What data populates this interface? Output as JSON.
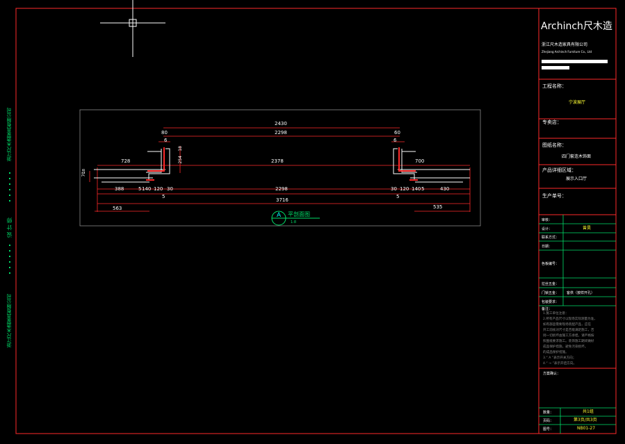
{
  "title_block": {
    "brand": "Archinch尺木造",
    "company_cn": "浙江尺木造家具有限公司",
    "company_en": "Zhejiang Archinch Furniture Co., Ltd",
    "project_label": "工程名称：",
    "project_value": "宁波展厅",
    "area_label": "专卖店：",
    "drawing_name_label": "图纸名称：",
    "drawing_name_value": "四门套连木饰面",
    "product_area_label": "产品详细区域：",
    "product_area_value": "展示入口厅",
    "product_no_label": "生产单号：",
    "rows": [
      {
        "label": "审核：",
        "value": ""
      },
      {
        "label": "设计：",
        "value": "曾昊"
      },
      {
        "label": "联系方式：",
        "value": ""
      },
      {
        "label": "日期：",
        "value": ""
      },
      {
        "label": "色板编号：",
        "value": ""
      }
    ],
    "hardware_label": "拉丝五金：",
    "door_hardware_label": "门锁五金：",
    "door_hardware_value": "客供（按样开孔）",
    "finish_label": "包装要求：",
    "notes_label": "备注：",
    "notes": [
      "1.施工单位注意：",
      "2.所有产品尺寸以现场实际测量为准，",
      "  如有部品需要现场装配产品，应在",
      "  开工前核对尺寸是否能满足施工，否",
      "  则一切损坏由施工方承担，请严格按",
      "  照图纸要求施工。装饰施工期间做好",
      "  成品保护措施，避免污染损坏。",
      "  的成品保护措施。",
      "3.“ A ”表示开关方向；",
      "4.“ → ”表示开启方向。"
    ],
    "confirm_label": "方案确认：",
    "qty_label": "数量：",
    "qty_value": "共1组",
    "page_label": "页码：",
    "page_value": "第3页/共3页",
    "drawing_no_label": "图号：",
    "drawing_no_value": "NB01-27"
  },
  "side_text": {
    "top": "浙江尺木造家具有限公司",
    "middle": "设 计 师",
    "bottom": "浙江尺木造家具有限公司"
  },
  "drawing": {
    "section_symbol": "A",
    "section_title": "平剖面图",
    "section_scale": "1:8",
    "dims": {
      "total_top": "2430",
      "inner_top": "2298",
      "left_80": "80",
      "left_6": "6",
      "right_60": "60",
      "right_6": "6",
      "height_18": "18",
      "height_254": "254",
      "left_span": "728",
      "mid_span": "2378",
      "right_span": "700",
      "left_70": "70",
      "left_18": "18",
      "b_388": "388",
      "b_5": "5",
      "b_140": "140",
      "b_120": "120",
      "b_30": "30",
      "b_2298": "2298",
      "b_30r": "30",
      "b_120r": "120",
      "b_140r": "140",
      "b_5r": "5",
      "b_430": "430",
      "b_5l_low": "5",
      "b_5r_low": "5",
      "overall": "3716",
      "left_563": "563",
      "right_535": "535"
    }
  }
}
